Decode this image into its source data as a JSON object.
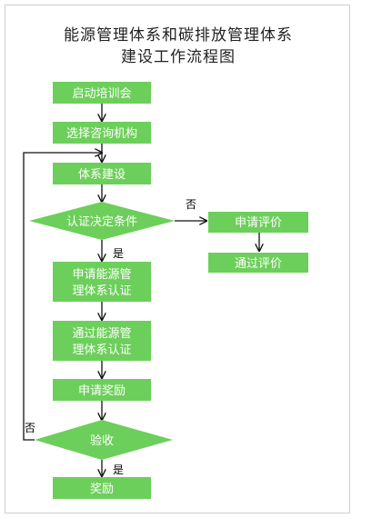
{
  "title_line1": "能源管理体系和碳排放管理体系",
  "title_line2": "建设工作流程图",
  "colors": {
    "node_fill": "#6dcf5b",
    "text": "#ffffff",
    "line": "#111111"
  },
  "nodes": {
    "start_training": "启动培训会",
    "select_agency": "选择咨询机构",
    "system_build": "体系建设",
    "cert_condition": "认证决定条件",
    "apply_cert_line1": "申请能源管",
    "apply_cert_line2": "理体系认证",
    "pass_cert_line1": "通过能源管",
    "pass_cert_line2": "理体系认证",
    "apply_reward": "申请奖励",
    "acceptance": "验收",
    "reward": "奖励",
    "apply_evaluation": "申请评价",
    "pass_evaluation": "通过评价"
  },
  "edge_labels": {
    "cert_yes": "是",
    "cert_no": "否",
    "accept_yes": "是",
    "accept_no": "否"
  }
}
